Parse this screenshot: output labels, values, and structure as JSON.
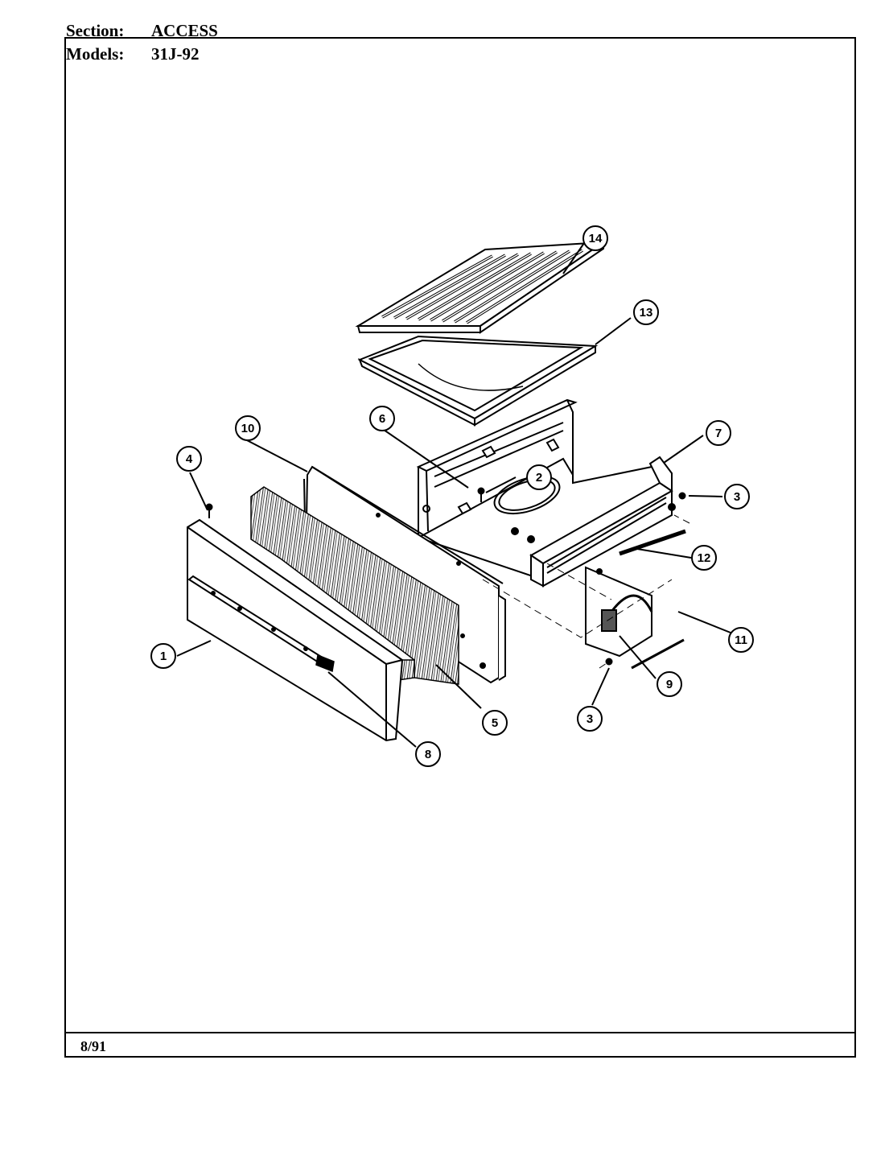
{
  "header": {
    "section_label": "Section:",
    "section_value": "ACCESS",
    "models_label": "Models:",
    "models_value": "31J-92"
  },
  "footer": {
    "date": "8/91"
  },
  "callouts": [
    {
      "id": "c1",
      "label": "1"
    },
    {
      "id": "c2",
      "label": "2"
    },
    {
      "id": "c3a",
      "label": "3"
    },
    {
      "id": "c3b",
      "label": "3"
    },
    {
      "id": "c4",
      "label": "4"
    },
    {
      "id": "c5",
      "label": "5"
    },
    {
      "id": "c6",
      "label": "6"
    },
    {
      "id": "c7",
      "label": "7"
    },
    {
      "id": "c8",
      "label": "8"
    },
    {
      "id": "c9",
      "label": "9"
    },
    {
      "id": "c10",
      "label": "10"
    },
    {
      "id": "c11",
      "label": "11"
    },
    {
      "id": "c12",
      "label": "12"
    },
    {
      "id": "c13",
      "label": "13"
    },
    {
      "id": "c14",
      "label": "14"
    }
  ]
}
